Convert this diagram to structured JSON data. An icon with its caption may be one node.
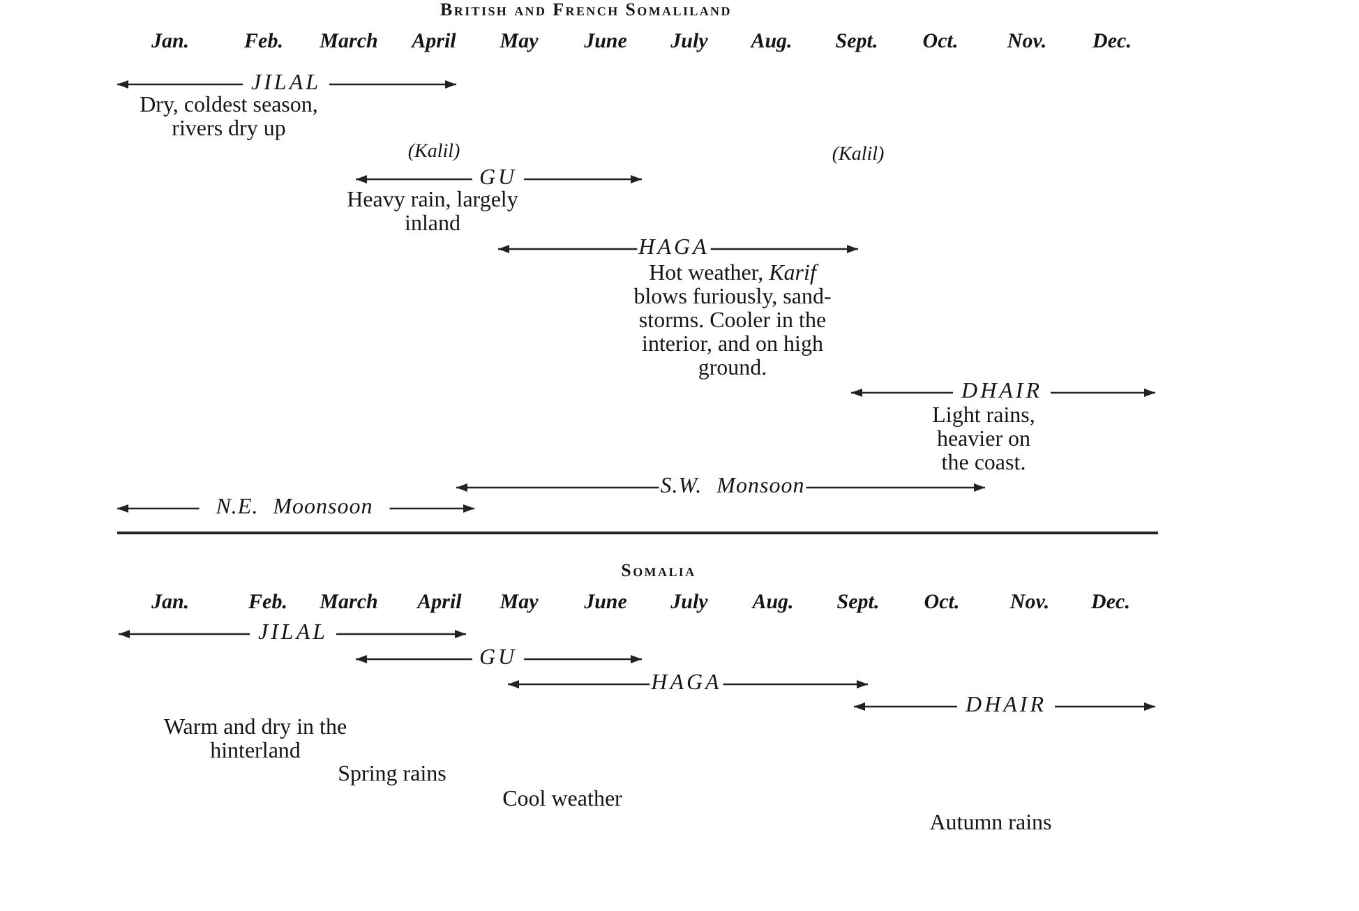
{
  "diagram": {
    "labels": [
      "British and French Somaliland",
      "Jan.",
      "Feb.",
      "March",
      "April",
      "May",
      "June",
      "July",
      "Aug.",
      "Sept.",
      "Oct.",
      "Nov.",
      "Dec.",
      "JILAL",
      "Dry, coldest season, rivers dry up",
      "(Kalil)",
      "(Kalil)",
      "GU",
      "Heavy rain, largely inland",
      "HAGA",
      "Hot weather, *Karif* blows furiously, sand-storms. Cooler in the interior, and on high ground.",
      "DHAIR",
      "Light rains, heavier on the coast.",
      "S.W. Monsoon",
      "N.E. Moonsoon",
      "Somalia",
      "Jan.",
      "Feb.",
      "March",
      "April",
      "May",
      "June",
      "July",
      "Aug.",
      "Sept.",
      "Oct.",
      "Nov.",
      "Dec.",
      "JILAL",
      "GU",
      "HAGA",
      "DHAIR",
      "Warm and dry in the hinterland",
      "Spring rains",
      "Cool weather",
      "Autumn rains"
    ]
  }
}
